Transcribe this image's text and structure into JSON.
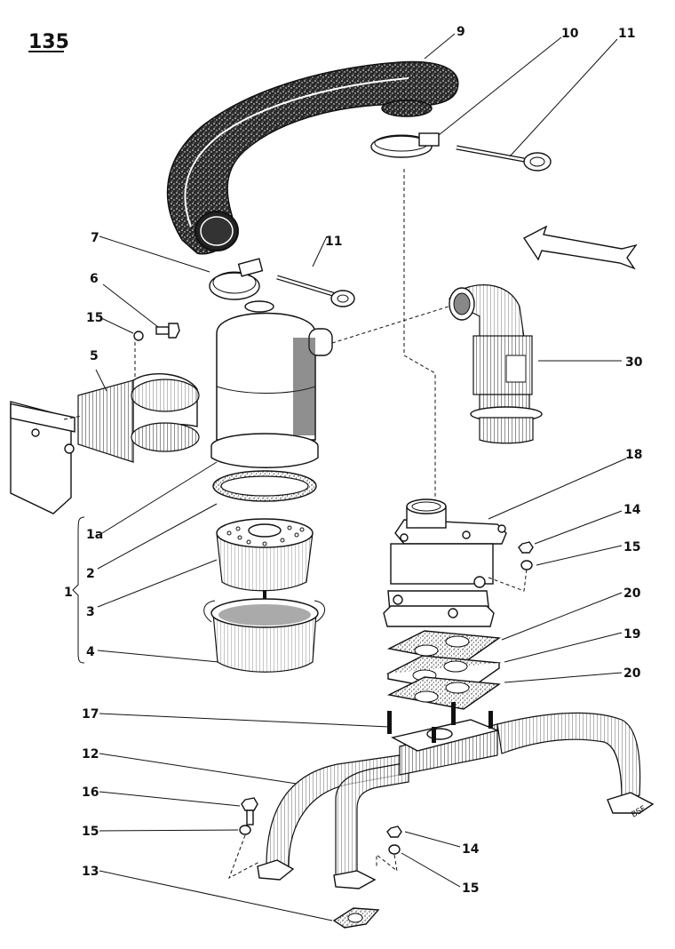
{
  "figure": {
    "number": "135",
    "type": "exploded parts diagram"
  },
  "callouts": [
    {
      "id": "c9",
      "label": "9"
    },
    {
      "id": "c10",
      "label": "10"
    },
    {
      "id": "c11a",
      "label": "11"
    },
    {
      "id": "c7",
      "label": "7"
    },
    {
      "id": "c11b",
      "label": "11"
    },
    {
      "id": "c6",
      "label": "6"
    },
    {
      "id": "c15a",
      "label": "15"
    },
    {
      "id": "c5",
      "label": "5"
    },
    {
      "id": "c30",
      "label": "30"
    },
    {
      "id": "c18",
      "label": "18"
    },
    {
      "id": "c1a",
      "label": "1a"
    },
    {
      "id": "c2",
      "label": "2"
    },
    {
      "id": "c1",
      "label": "1"
    },
    {
      "id": "c3",
      "label": "3"
    },
    {
      "id": "c4",
      "label": "4"
    },
    {
      "id": "c14a",
      "label": "14"
    },
    {
      "id": "c15b",
      "label": "15"
    },
    {
      "id": "c20a",
      "label": "20"
    },
    {
      "id": "c19",
      "label": "19"
    },
    {
      "id": "c20b",
      "label": "20"
    },
    {
      "id": "c17",
      "label": "17"
    },
    {
      "id": "c12",
      "label": "12"
    },
    {
      "id": "c16",
      "label": "16"
    },
    {
      "id": "c15c",
      "label": "15"
    },
    {
      "id": "c14b",
      "label": "14"
    },
    {
      "id": "c15d",
      "label": "15"
    },
    {
      "id": "c13",
      "label": "13"
    }
  ],
  "signature": "BSF"
}
